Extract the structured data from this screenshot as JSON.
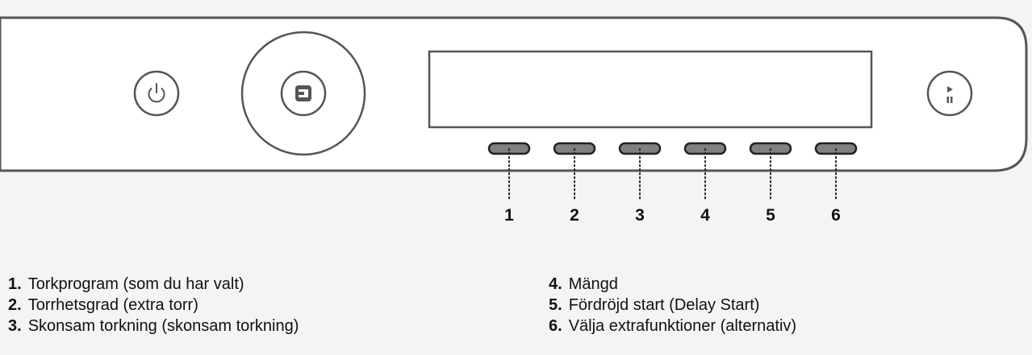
{
  "callouts": [
    "1",
    "2",
    "3",
    "4",
    "5",
    "6"
  ],
  "legend": {
    "left": [
      {
        "num": "1.",
        "text": "Torkprogram (som du har valt)"
      },
      {
        "num": "2.",
        "text": "Torrhetsgrad (extra torr)"
      },
      {
        "num": "3.",
        "text": "Skonsam torkning (skonsam torkning)"
      }
    ],
    "right": [
      {
        "num": "4.",
        "text": "Mängd"
      },
      {
        "num": "5.",
        "text": "Fördröjd start  (Delay Start)"
      },
      {
        "num": "6.",
        "text": "Välja extrafunktioner (alternativ)"
      }
    ]
  },
  "icons": {
    "power": "power-icon",
    "program_knob": "program-selector-icon",
    "start_pause": "play-pause-icon"
  },
  "colors": {
    "outline": "#555555",
    "panel": "#ffffff",
    "button_fill": "#808080",
    "background": "#f4f4f4"
  }
}
